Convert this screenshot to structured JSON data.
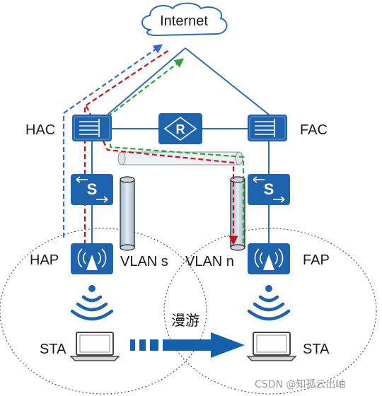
{
  "internet": {
    "label": "Internet"
  },
  "nodes": {
    "hac": {
      "label": "HAC"
    },
    "fac": {
      "label": "FAC"
    },
    "hap": {
      "label": "HAP"
    },
    "fap": {
      "label": "FAP"
    },
    "sta_left": {
      "label": "STA"
    },
    "sta_right": {
      "label": "STA"
    },
    "vlan_s": {
      "label": "VLAN s"
    },
    "vlan_n": {
      "label": "VLAN n"
    }
  },
  "icons": {
    "switch": "S",
    "router": "R"
  },
  "roam": {
    "label": "漫游"
  },
  "watermark": "CSDN @知孤云出岫",
  "colors": {
    "device": "#1f63ad",
    "link": "#2f6bb5",
    "path_blue": "#3b68c2",
    "path_red": "#c0141b",
    "path_green": "#2ea23b",
    "tunnel": "#c4d3e0",
    "arrow": "#1560ad"
  }
}
